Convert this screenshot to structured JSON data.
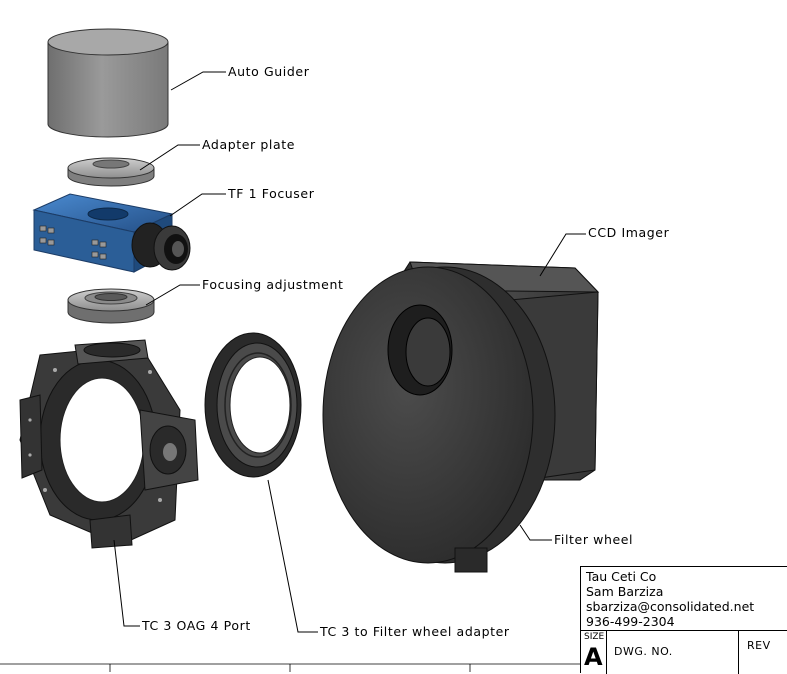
{
  "callouts": {
    "auto_guider": "Auto Guider",
    "adapter_plate": "Adapter plate",
    "tf1_focuser": "TF 1 Focuser",
    "focusing_adjustment": "Focusing adjustment",
    "ccd_imager": "CCD Imager",
    "filter_wheel": "Filter wheel",
    "tc3_oag": "TC 3 OAG 4 Port",
    "tc3_adapter": "TC 3 to Filter wheel adapter"
  },
  "title_block": {
    "company": "Tau Ceti Co",
    "name": "Sam Barziza",
    "email": "sbarziza@consolidated.net",
    "phone": "936-499-2304",
    "size_label": "SIZE",
    "size_value": "A",
    "dwg_label": "DWG.  NO.",
    "rev_label": "REV"
  },
  "colors": {
    "dark_part": "#3a3a3a",
    "gray_part": "#8a8a8a",
    "blue_focuser": "#2f6aa8"
  }
}
